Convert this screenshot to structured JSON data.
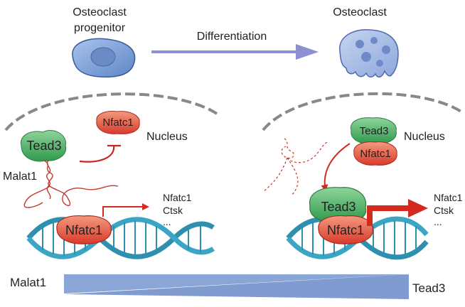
{
  "cells": {
    "progenitor_label_line1": "Osteoclast",
    "progenitor_label_line2": "progenitor",
    "osteoclast_label": "Osteoclast"
  },
  "arrow": {
    "label": "Differentiation"
  },
  "left_panel": {
    "tead3": "Tead3",
    "nfatc1_free": "Nfatc1",
    "nucleus": "Nucleus",
    "malat1": "Malat1",
    "nfatc1_dna": "Nfatc1",
    "targets": [
      "Nfatc1",
      "Ctsk",
      "..."
    ]
  },
  "right_panel": {
    "tead3_complex": "Tead3",
    "nfatc1_complex": "Nfatc1",
    "nucleus": "Nucleus",
    "tead3_dna": "Tead3",
    "nfatc1_dna": "Nfatc1",
    "targets": [
      "Nfatc1",
      "Ctsk",
      "..."
    ]
  },
  "gradient": {
    "left_label": "Malat1",
    "right_label": "Tead3"
  },
  "colors": {
    "cell_blue": "#7b9fd6",
    "osteoclast_blue": "#a3b8e3",
    "arrow_purple": "#8c8fd0",
    "tead3_green": "#3fa85a",
    "nfatc1_red": "#e0463a",
    "dna_teal": "#2e8fae",
    "inhibit_red": "#c8251c",
    "gradient_blue": "#8aa6d6"
  }
}
